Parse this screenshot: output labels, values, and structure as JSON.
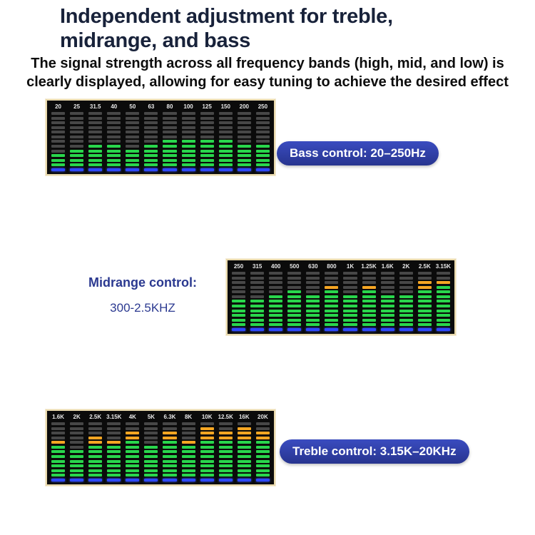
{
  "title": {
    "line1": "Independent adjustment for treble,",
    "line2": "midrange, and bass"
  },
  "subtitle": {
    "line1": "The signal strength across all frequency bands (high, mid, and low) is",
    "line2": "clearly displayed, allowing for easy tuning to achieve the desired effect"
  },
  "colors": {
    "unlit": "#474747",
    "green": "#29d64c",
    "orange": "#f5a623",
    "blue": "#2e49ff",
    "banner_blue": "#2c3a94",
    "accent_text_blue": "#2b3990"
  },
  "panels": [
    {
      "id": "bass",
      "banner": "Bass control: 20–250Hz",
      "total_segments": 13,
      "columns": [
        {
          "label": "20",
          "green": 3,
          "orange": 0
        },
        {
          "label": "25",
          "green": 4,
          "orange": 0
        },
        {
          "label": "31.5",
          "green": 5,
          "orange": 0
        },
        {
          "label": "40",
          "green": 5,
          "orange": 0
        },
        {
          "label": "50",
          "green": 4,
          "orange": 0
        },
        {
          "label": "63",
          "green": 5,
          "orange": 0
        },
        {
          "label": "80",
          "green": 6,
          "orange": 0
        },
        {
          "label": "100",
          "green": 6,
          "orange": 0
        },
        {
          "label": "125",
          "green": 6,
          "orange": 0
        },
        {
          "label": "150",
          "green": 6,
          "orange": 0
        },
        {
          "label": "200",
          "green": 5,
          "orange": 0
        },
        {
          "label": "250",
          "green": 5,
          "orange": 0
        }
      ]
    },
    {
      "id": "mid",
      "label_title": "Midrange control:",
      "label_sub": "300-2.5KHZ",
      "total_segments": 13,
      "columns": [
        {
          "label": "250",
          "green": 6,
          "orange": 0
        },
        {
          "label": "315",
          "green": 6,
          "orange": 0
        },
        {
          "label": "400",
          "green": 7,
          "orange": 0
        },
        {
          "label": "500",
          "green": 8,
          "orange": 0
        },
        {
          "label": "630",
          "green": 7,
          "orange": 0
        },
        {
          "label": "800",
          "green": 8,
          "orange": 1
        },
        {
          "label": "1K",
          "green": 7,
          "orange": 0
        },
        {
          "label": "1.25K",
          "green": 8,
          "orange": 1
        },
        {
          "label": "1.6K",
          "green": 7,
          "orange": 0
        },
        {
          "label": "2K",
          "green": 7,
          "orange": 0
        },
        {
          "label": "2.5K",
          "green": 8,
          "orange": 2
        },
        {
          "label": "3.15K",
          "green": 9,
          "orange": 1
        }
      ]
    },
    {
      "id": "treble",
      "banner": "Treble control: 3.15K–20KHz",
      "total_segments": 13,
      "columns": [
        {
          "label": "1.6K",
          "green": 7,
          "orange": 1
        },
        {
          "label": "2K",
          "green": 6,
          "orange": 0
        },
        {
          "label": "2.5K",
          "green": 7,
          "orange": 2
        },
        {
          "label": "3.15K",
          "green": 7,
          "orange": 1
        },
        {
          "label": "4K",
          "green": 8,
          "orange": 2
        },
        {
          "label": "5K",
          "green": 7,
          "orange": 0
        },
        {
          "label": "6.3K",
          "green": 8,
          "orange": 2
        },
        {
          "label": "8K",
          "green": 7,
          "orange": 1
        },
        {
          "label": "10K",
          "green": 8,
          "orange": 3
        },
        {
          "label": "12.5K",
          "green": 8,
          "orange": 2
        },
        {
          "label": "16K",
          "green": 8,
          "orange": 3
        },
        {
          "label": "20K",
          "green": 8,
          "orange": 2
        }
      ]
    }
  ]
}
